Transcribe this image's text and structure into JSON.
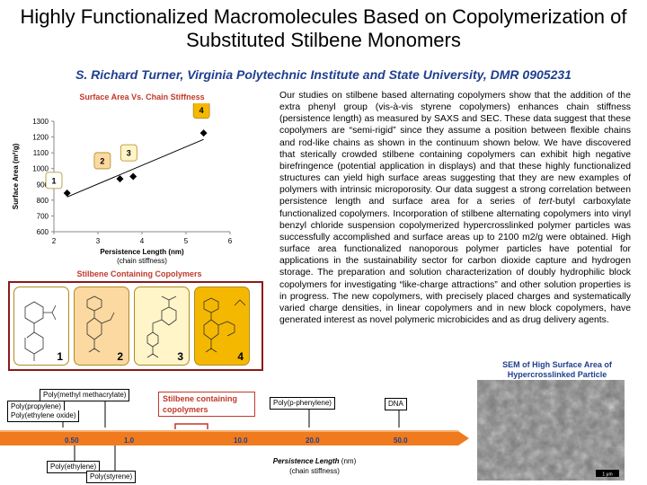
{
  "header": {
    "title": "Highly Functionalized Macromolecules Based on Copolymerization of Substituted Stilbene Monomers",
    "subtitle": "S. Richard Turner, Virginia Polytechnic Institute and State University, DMR 0905231"
  },
  "chart_data": {
    "type": "scatter",
    "title": "Surface Area Vs. Chain Stiffness",
    "xlabel": "Persistence Length (nm)",
    "xlabel2": "(chain stiffness)",
    "ylabel": "Surface Area (m²/g)",
    "xlim": [
      2,
      6
    ],
    "ylim": [
      600,
      1300
    ],
    "xticks": [
      2,
      3,
      4,
      5,
      6
    ],
    "yticks": [
      600,
      700,
      800,
      900,
      1000,
      1100,
      1200,
      1300
    ],
    "points": [
      {
        "x": 2.3,
        "y": 845
      },
      {
        "x": 3.5,
        "y": 935
      },
      {
        "x": 3.8,
        "y": 950
      },
      {
        "x": 5.4,
        "y": 1225
      }
    ],
    "trendline": {
      "x": [
        2.3,
        5.4
      ],
      "y": [
        820,
        1185
      ]
    },
    "annotations": [
      {
        "label": "1",
        "x": 2.0,
        "y": 925,
        "color": "#ffffff"
      },
      {
        "label": "2",
        "x": 3.1,
        "y": 1050,
        "color": "#fbd9a0"
      },
      {
        "label": "3",
        "x": 3.7,
        "y": 1100,
        "color": "#fff5c8"
      },
      {
        "label": "4",
        "x": 5.35,
        "y": 1370,
        "color": "#f5b800"
      }
    ],
    "colors": {
      "points": "#000000",
      "trendline": "#000000"
    }
  },
  "copolymers": {
    "title": "Stilbene Containing Copolymers",
    "cards": [
      {
        "num": "1",
        "color": "#ffffff"
      },
      {
        "num": "2",
        "color": "#fbd9a0"
      },
      {
        "num": "3",
        "color": "#fff5c8"
      },
      {
        "num": "4",
        "color": "#f5b800"
      }
    ]
  },
  "body": {
    "part1": "Our studies on stilbene based alternating copolymers show that the addition of the extra phenyl group (vis-à-vis styrene copolymers) enhances chain stiffness (persistence length) as measured by SAXS and SEC.  These data suggest that these copolymers are “semi-rigid” since they assume a position between flexible chains and rod-like chains as shown in the continuum shown below.  We have discovered that sterically crowded stilbene containing copolymers can exhibit high negative birefringence (potential application in displays) and that these highly functionalized structures can yield high surface areas suggesting that they are new examples of polymers with intrinsic microporosity.  Our data suggest a strong correlation between persistence length and surface area for a series of ",
    "tert": "tert",
    "part2": "-butyl carboxylate functionalized copolymers.   Incorporation of stilbene alternating copolymers into vinyl benzyl chloride suspension copolymerized hypercrosslinked polymer particles was successfully accomplished and surface areas up to 2100 m2/g were obtained.   High surface area functionalized nanoporous polymer particles have potential for applications in the sustainability sector for carbon dioxide capture and hydrogen storage.  The preparation and solution characterization of doubly hydrophilic block copolymers for investigating “like-charge attractions” and other solution properties is in progress.  The new copolymers, with precisely placed charges and systematically varied charge densities, in linear copolymers and in new block copolymers, have generated interest as novel polymeric microbicides and as drug delivery agents."
  },
  "sem": {
    "title": "SEM of High Surface Area of Hypercrosslinked  Particle",
    "scale_label": "1 μm"
  },
  "continuum": {
    "ticks": [
      "0.50",
      "1.0",
      "10.0",
      "20.0",
      "50.0"
    ],
    "labels": {
      "pmma": "Poly(methyl methacrylate)",
      "pp": "Poly(propylene)",
      "peo": "Poly(ethylene oxide)",
      "stilbene": "Stilbene containing copolymers",
      "ppp": "Poly(p-phenylene)",
      "dna": "DNA",
      "pe": "Poly(ethylene)",
      "ps": "Poly(styrene)"
    },
    "axis_label": "Persistence Length",
    "axis_unit": " (nm)",
    "axis_sub": "(chain stiffness)",
    "colors": {
      "arrow": "#f07b1e",
      "ticks": "#1f3f8f"
    }
  }
}
